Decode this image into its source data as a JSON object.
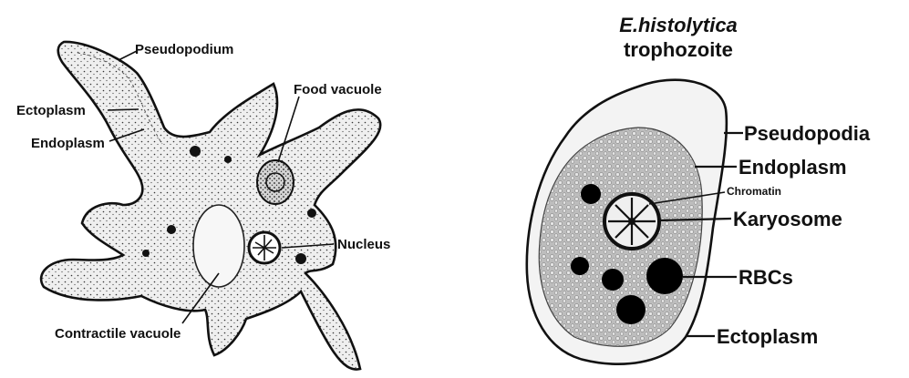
{
  "left_panel": {
    "labels": {
      "pseudopodium": "Pseudopodium",
      "ectoplasm": "Ectoplasm",
      "endoplasm": "Endoplasm",
      "food_vacuole": "Food vacuole",
      "nucleus": "Nucleus",
      "contractile_vacuole": "Contractile vacuole"
    }
  },
  "right_panel": {
    "title_species": "E.histolytica",
    "title_stage": "trophozoite",
    "labels": {
      "pseudopodia": "Pseudopodia",
      "endoplasm": "Endoplasm",
      "chromatin": "Chromatin",
      "karyosome": "Karyosome",
      "rbcs": "RBCs",
      "ectoplasm": "Ectoplasm"
    }
  },
  "colors": {
    "line": "#111111",
    "cytoplasm": "#e9e9e9",
    "outer_ectoplasm": "#f4f4f4",
    "endoplasm_fill": "#c9c9c9"
  }
}
